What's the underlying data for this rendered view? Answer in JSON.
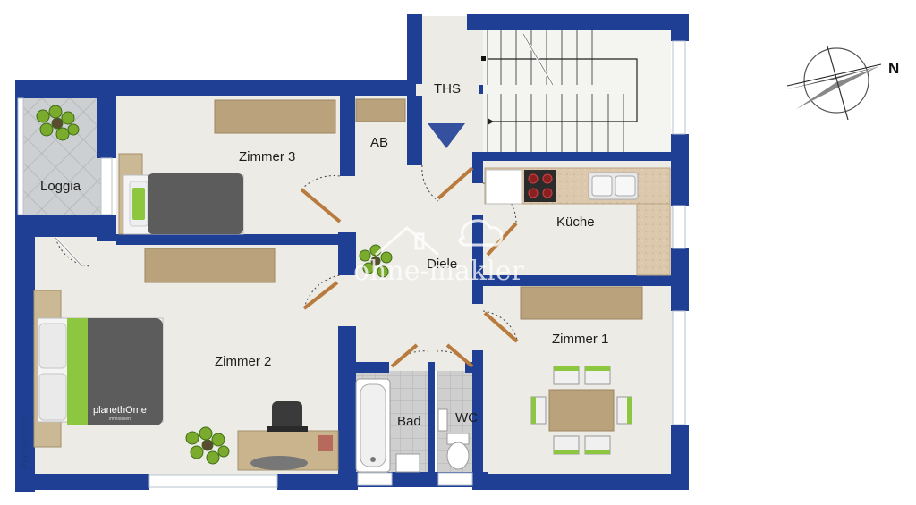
{
  "rooms": {
    "ths": "THS",
    "ab": "AB",
    "zimmer3": "Zimmer 3",
    "loggia": "Loggia",
    "kueche": "Küche",
    "diele": "Diele",
    "zimmer2": "Zimmer 2",
    "zimmer1": "Zimmer 1",
    "bad": "Bad",
    "wc": "WC"
  },
  "compass": {
    "north_label": "N"
  },
  "watermark": {
    "text": "ohne-makler"
  },
  "branding": {
    "side_text": "PlanetHome",
    "bed_logo": "planethOme",
    "bed_logo_sub": "immobilien"
  },
  "colors": {
    "wall": "#1f3f94",
    "floor": "#ecebe6",
    "furniture_wood": "#b9a27c",
    "bed_grey": "#5a5a5a",
    "bed_green": "#8dc63f",
    "tile": "#c6c6c6"
  }
}
